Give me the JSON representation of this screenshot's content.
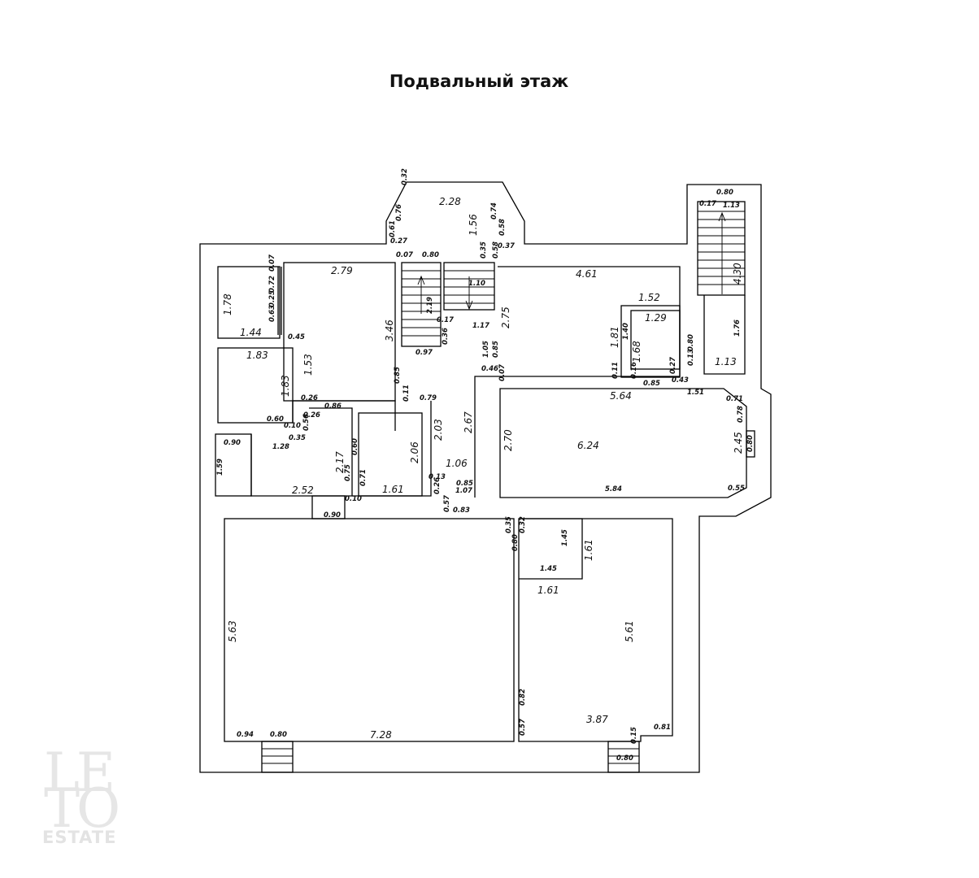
{
  "title": "Подвальный этаж",
  "logo": {
    "line1": "LE",
    "line2": "TO",
    "line3": "ESTATE"
  },
  "dims": {
    "d0": "2.28",
    "d1": "0.32",
    "d2": "0.76",
    "d3": "0.74",
    "d4": "0.61",
    "d5": "0.27",
    "d6": "0.58",
    "d7": "0.58",
    "d8": "1.56",
    "d9": "0.35",
    "d10": "0.37",
    "d11": "0.07",
    "d12": "0.80",
    "d13": "2.79",
    "d14": "0.07",
    "d15": "0.72",
    "d16": "0.25",
    "d17": "0.63",
    "d18": "1.78",
    "d19": "1.44",
    "d20": "0.45",
    "d21": "1.83",
    "d22": "1.83",
    "d23": "1.53",
    "d24": "3.46",
    "d25": "0.85",
    "d26": "0.11",
    "d27": "0.79",
    "d28": "0.97",
    "d29": "2.19",
    "d30": "0.17",
    "d31": "0.36",
    "d32": "1.10",
    "d33": "1.17",
    "d34": "2.75",
    "d35": "1.05",
    "d36": "0.85",
    "d37": "0.46",
    "d38": "0.07",
    "d39": "4.61",
    "d40": "1.52",
    "d41": "1.29",
    "d42": "1.81",
    "d43": "1.40",
    "d44": "1.68",
    "d45": "0.11",
    "d46": "0.16",
    "d47": "0.27",
    "d48": "0.43",
    "d49": "0.80",
    "d50": "0.13",
    "d51": "0.85",
    "d52": "1.13",
    "d53": "0.80",
    "d54": "0.17",
    "d55": "1.13",
    "d56": "4.30",
    "d57": "1.76",
    "d58": "5.64",
    "d59": "1.51",
    "d60": "0.71",
    "d61": "0.78",
    "d62": "2.70",
    "d63": "6.24",
    "d64": "2.45",
    "d65": "0.80",
    "d66": "5.84",
    "d67": "0.55",
    "d68": "0.26",
    "d69": "0.86",
    "d70": "0.26",
    "d71": "0.60",
    "d72": "0.10",
    "d73": "0.56",
    "d74": "0.35",
    "d75": "1.28",
    "d76": "0.90",
    "d77": "1.59",
    "d78": "2.17",
    "d79": "0.60",
    "d80": "0.75",
    "d81": "0.71",
    "d82": "2.52",
    "d83": "0.10",
    "d84": "2.06",
    "d85": "1.61",
    "d86": "2.03",
    "d87": "2.67",
    "d88": "1.06",
    "d89": "0.13",
    "d90": "0.85",
    "d91": "0.26",
    "d92": "1.07",
    "d93": "0.57",
    "d94": "0.83",
    "d95": "0.90",
    "d96": "0.35",
    "d97": "0.32",
    "d98": "0.80",
    "d99": "1.45",
    "d100": "1.45",
    "d101": "1.61",
    "d102": "1.61",
    "d103": "5.63",
    "d104": "5.61",
    "d105": "0.82",
    "d106": "0.57",
    "d107": "0.94",
    "d108": "0.80",
    "d109": "7.28",
    "d110": "3.87",
    "d111": "0.81",
    "d112": "0.15",
    "d113": "0.80"
  }
}
